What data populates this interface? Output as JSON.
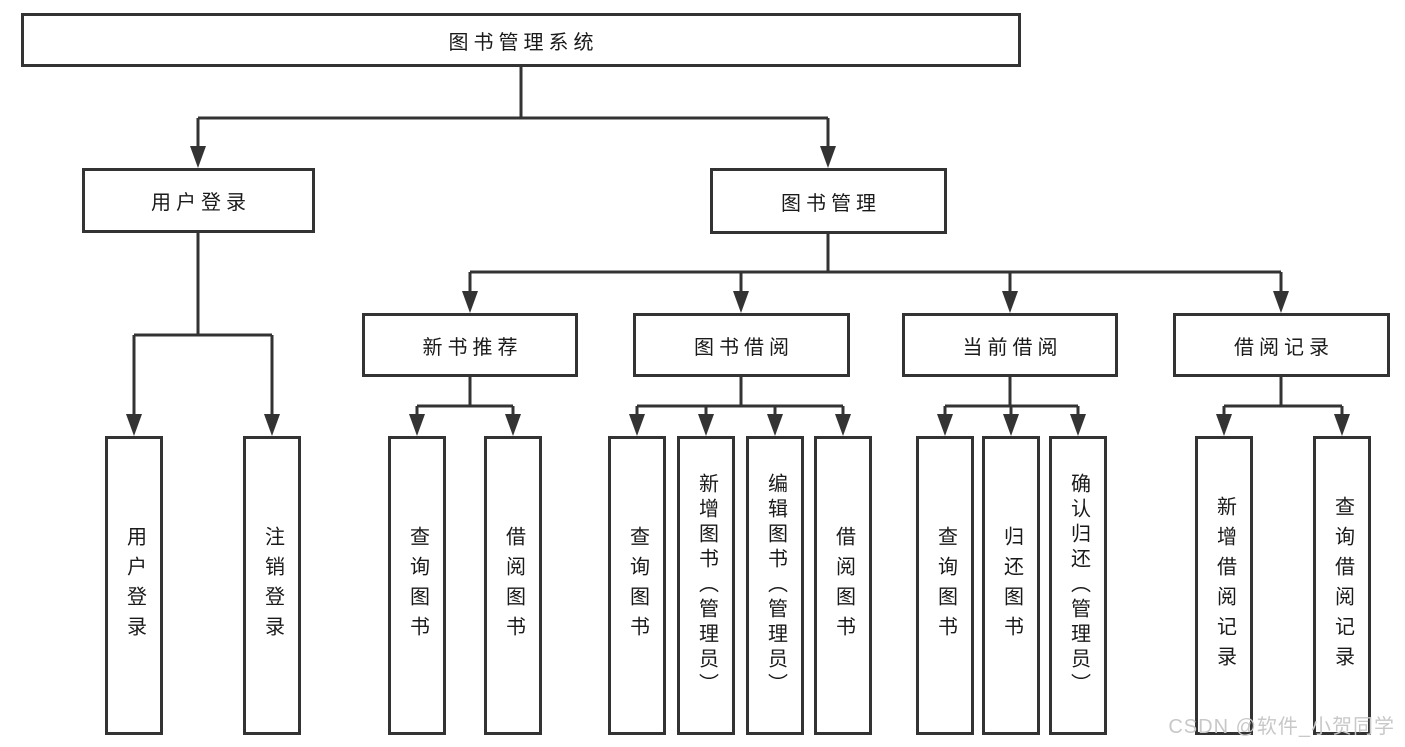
{
  "diagram": {
    "title": "图书管理系统",
    "branches": [
      {
        "label": "用户登录",
        "children": [
          {
            "label": "用户登录"
          },
          {
            "label": "注销登录"
          }
        ]
      },
      {
        "label": "图书管理",
        "children": [
          {
            "label": "新书推荐",
            "children": [
              {
                "label": "查询图书"
              },
              {
                "label": "借阅图书"
              }
            ]
          },
          {
            "label": "图书借阅",
            "children": [
              {
                "label": "查询图书"
              },
              {
                "label": "新增图书（管理员）"
              },
              {
                "label": "编辑图书（管理员）"
              },
              {
                "label": "借阅图书"
              }
            ]
          },
          {
            "label": "当前借阅",
            "children": [
              {
                "label": "查询图书"
              },
              {
                "label": "归还图书"
              },
              {
                "label": "确认归还（管理员）"
              }
            ]
          },
          {
            "label": "借阅记录",
            "children": [
              {
                "label": "新增借阅记录"
              },
              {
                "label": "查询借阅记录"
              }
            ]
          }
        ]
      }
    ]
  },
  "watermark": {
    "text": "CSDN @软件_小贺同学"
  },
  "colors": {
    "line": "#333333",
    "box_border": "#333333",
    "box_background": "#ffffff",
    "text": "#1a1a1a",
    "watermark_text": "#c8c8c8"
  }
}
